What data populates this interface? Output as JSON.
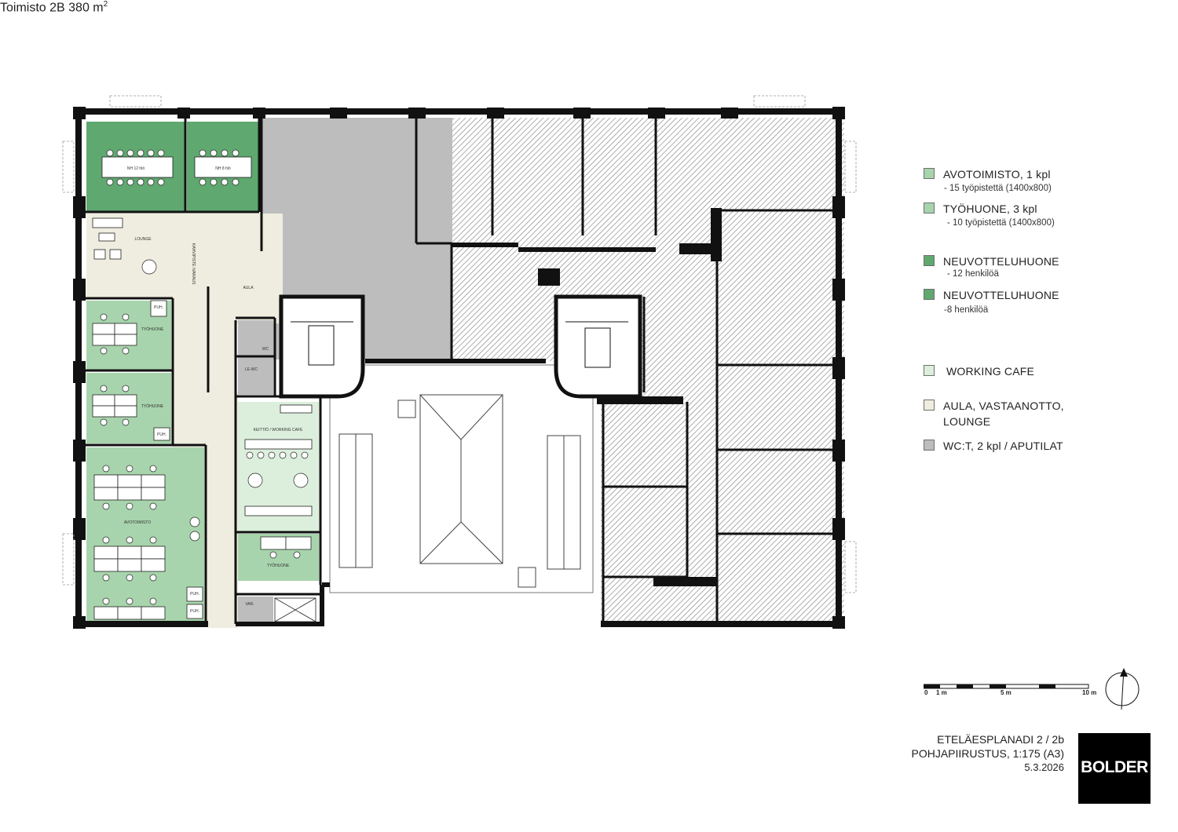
{
  "title": {
    "text": "Toimisto 2B 380 m",
    "sup": "2"
  },
  "legend": [
    {
      "label": "AVOTOIMISTO, 1 kpl",
      "sub": "- 15 työpistettä (1400x800)",
      "color": "#a7d4ac"
    },
    {
      "label": "TYÖHUONE, 3 kpl",
      "sub": "- 10 työpistettä (1400x800)",
      "color": "#a7d4ac"
    },
    {
      "label": "NEUVOTTELUHUONE",
      "sub": "- 12 henkilöä",
      "color": "#5fa86f"
    },
    {
      "label": "NEUVOTTELUHUONE",
      "sub": "-8 henkilöä",
      "color": "#5fa86f"
    },
    {
      "label": "WORKING CAFE",
      "sub": "",
      "color": "#dcefdc"
    },
    {
      "label": "AULA, VASTAANOTTO,",
      "label2": "LOUNGE",
      "sub": "",
      "color": "#efeddf"
    },
    {
      "label": "WC:T, 2 kpl / APUTILAT",
      "sub": "",
      "color": "#bdbdbd"
    }
  ],
  "rooms": {
    "nh12": "NH 12 hlö",
    "nh8": "NH 8 hlö",
    "lounge": "LOUNGE",
    "kahvipiste": "KAHVIPISTE /VARAUS",
    "aula": "AULA",
    "wc": "WC",
    "lewc": "LE-WC",
    "tyohuone": "TYÖHUONE",
    "keittio": "KEITTIÖ / WORKING CAFE",
    "avotoimisto": "AVOTOIMISTO",
    "puh": "PUH.",
    "var": "VAR."
  },
  "scale": {
    "l0": "0",
    "l1": "1 m",
    "l5": "5 m",
    "l10": "10 m"
  },
  "footer": {
    "address": "ETELÄESPLANADI 2 / 2b",
    "plan": "POHJAPIIRUSTUS, 1:175 (A3)",
    "date": "5.3.2026"
  },
  "logo": "BOLDER",
  "colors": {
    "open_office": "#a7d4ac",
    "meeting": "#5fa86f",
    "cafe": "#dcefdc",
    "lobby": "#efeddf",
    "service": "#bdbdbd",
    "wall": "#111111"
  }
}
